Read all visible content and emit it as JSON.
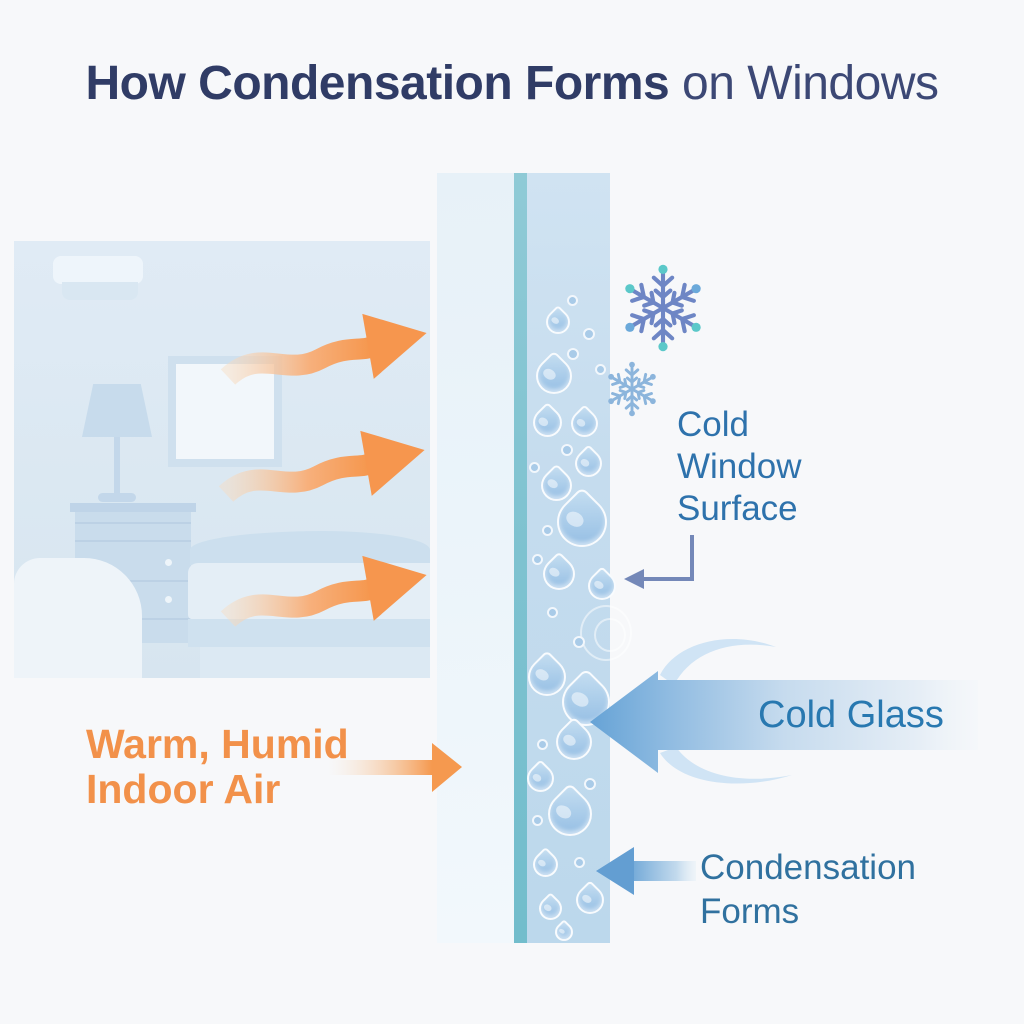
{
  "title": {
    "emphasis": "How Condensation Forms",
    "suffix": " on Windows"
  },
  "labels": {
    "cold_window_surface": "Cold\nWindow\nSurface",
    "cold_glass": "Cold Glass",
    "condensation_forms": "Condensation\nForms",
    "warm_humid_indoor_air": "Warm, Humid\nIndoor Air"
  },
  "colors": {
    "background": "#f7f8fa",
    "title_navy": "#303c66",
    "label_blue": "#2e72ac",
    "warm_orange": "#f2914a",
    "glass_teal": "#7ec2d0",
    "pane_blue": "#c5dcee",
    "cold_arrow_blue": "#66a3d6",
    "droplet_blue": "#a6c9e7"
  },
  "decor": {
    "droplets": [
      [
        556,
        320,
        20
      ],
      [
        552,
        374,
        32
      ],
      [
        545,
        420,
        25
      ],
      [
        582,
        421,
        23
      ],
      [
        586,
        461,
        23
      ],
      [
        554,
        483,
        27
      ],
      [
        580,
        520,
        46
      ],
      [
        557,
        572,
        28
      ],
      [
        600,
        584,
        24
      ],
      [
        545,
        675,
        34
      ],
      [
        584,
        700,
        44
      ],
      [
        572,
        740,
        32
      ],
      [
        538,
        776,
        23
      ],
      [
        568,
        812,
        40
      ],
      [
        543,
        862,
        21
      ],
      [
        588,
        898,
        24
      ],
      [
        548,
        906,
        19
      ],
      [
        562,
        930,
        14
      ]
    ],
    "dots": [
      [
        570,
        298,
        7
      ],
      [
        587,
        332,
        8
      ],
      [
        571,
        352,
        8
      ],
      [
        598,
        367,
        7
      ],
      [
        565,
        448,
        8
      ],
      [
        532,
        465,
        7
      ],
      [
        545,
        528,
        7
      ],
      [
        535,
        557,
        7
      ],
      [
        550,
        610,
        7
      ],
      [
        577,
        640,
        8
      ],
      [
        540,
        742,
        7
      ],
      [
        588,
        782,
        8
      ],
      [
        535,
        818,
        7
      ],
      [
        577,
        860,
        7
      ]
    ]
  }
}
